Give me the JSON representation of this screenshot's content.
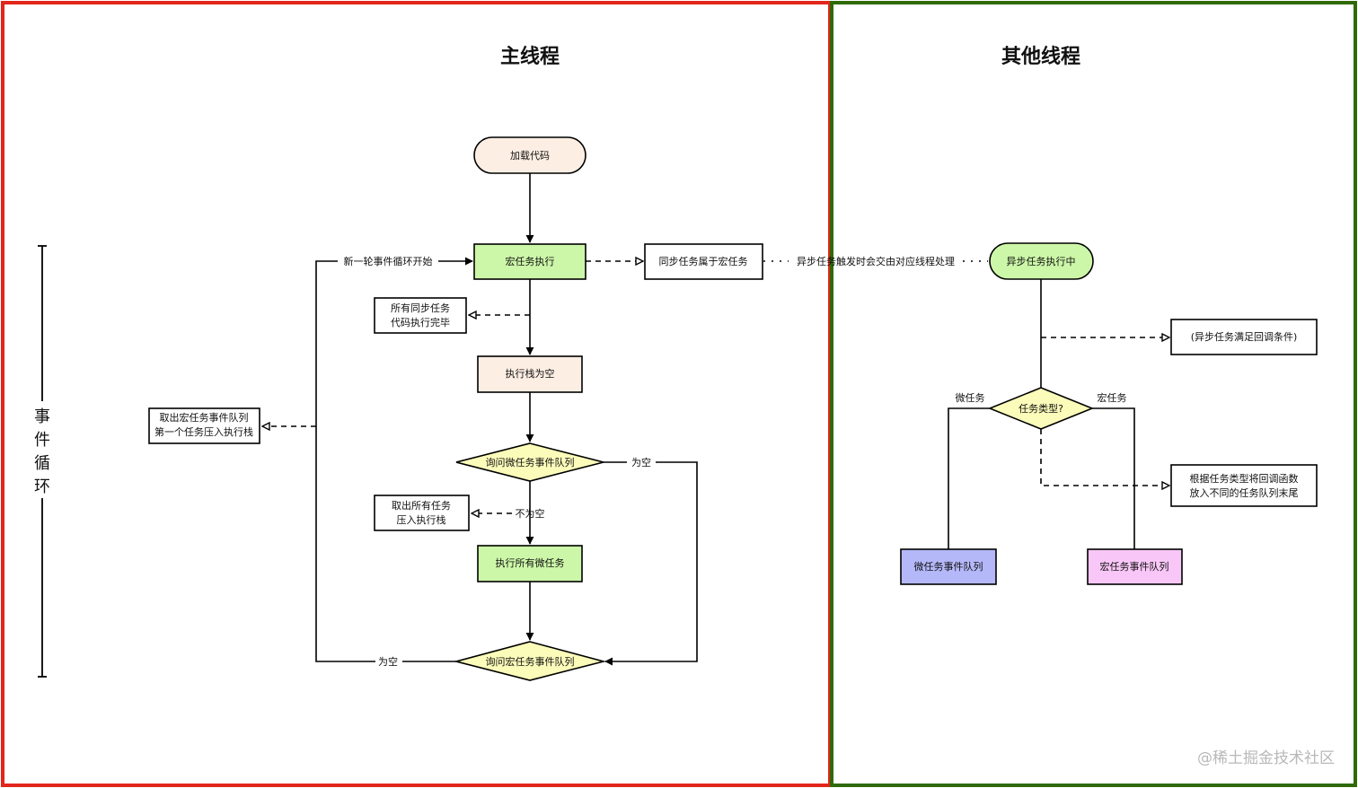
{
  "titles": {
    "main": "主线程",
    "other": "其他线程",
    "event_loop": "事件循环"
  },
  "colors": {
    "main_border": "#e2261c",
    "other_border": "#2f6a07",
    "green": "#ccf7a8",
    "peach": "#fdeee3",
    "yellow": "#fbfbba",
    "blue": "#b4b8f9",
    "pink": "#f9c7f7",
    "white": "#ffffff"
  },
  "nodes": {
    "load_code": "加载代码",
    "macro_exec": "宏任务执行",
    "sync_macro": "同步任务属于宏任务",
    "sync_done": [
      "所有同步任务",
      "代码执行完毕"
    ],
    "stack_empty": "执行栈为空",
    "ask_micro": "询问微任务事件队列",
    "take_all": [
      "取出所有任务",
      "压入执行栈"
    ],
    "exec_micro": "执行所有微任务",
    "ask_macro": "询问宏任务事件队列",
    "take_macro": [
      "取出宏任务事件队列",
      "第一个任务压入执行栈"
    ],
    "async_exec": "异步任务执行中",
    "callback_cond": "(异步任务满足回调条件)",
    "task_type": "任务类型?",
    "put_queue": [
      "根据任务类型将回调函数",
      "放入不同的任务队列末尾"
    ],
    "micro_queue": "微任务事件队列",
    "macro_queue": "宏任务事件队列"
  },
  "labels": {
    "new_round": "新一轮事件循环开始",
    "empty_right": "为空",
    "not_empty": "不为空",
    "empty_bottom": "为空",
    "handoff": "异步任务触发时会交由对应线程处理",
    "micro": "微任务",
    "macro": "宏任务"
  },
  "watermark": "@稀土掘金技术社区"
}
